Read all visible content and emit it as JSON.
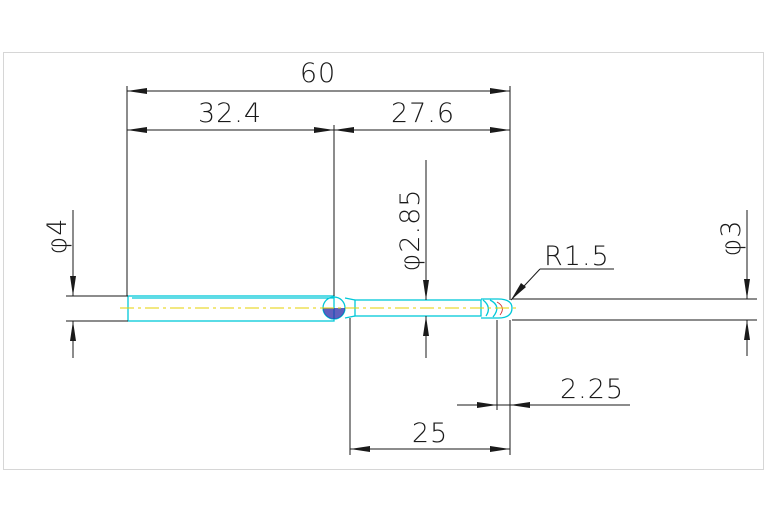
{
  "dimensions": {
    "overall_length": "60",
    "shank_length": "32.4",
    "neck_length": "27.6",
    "neck_diameter": "φ2.85",
    "shank_diameter": "φ4",
    "cutter_diameter": "φ3",
    "corner_radius": "R1.5",
    "flute_length": "2.25",
    "effective_length": "25"
  },
  "colors": {
    "part_outline": "#00c8d8",
    "centerline": "#e6d200",
    "dimension": "#1a1a1a",
    "frame": "#d6d6d6"
  }
}
